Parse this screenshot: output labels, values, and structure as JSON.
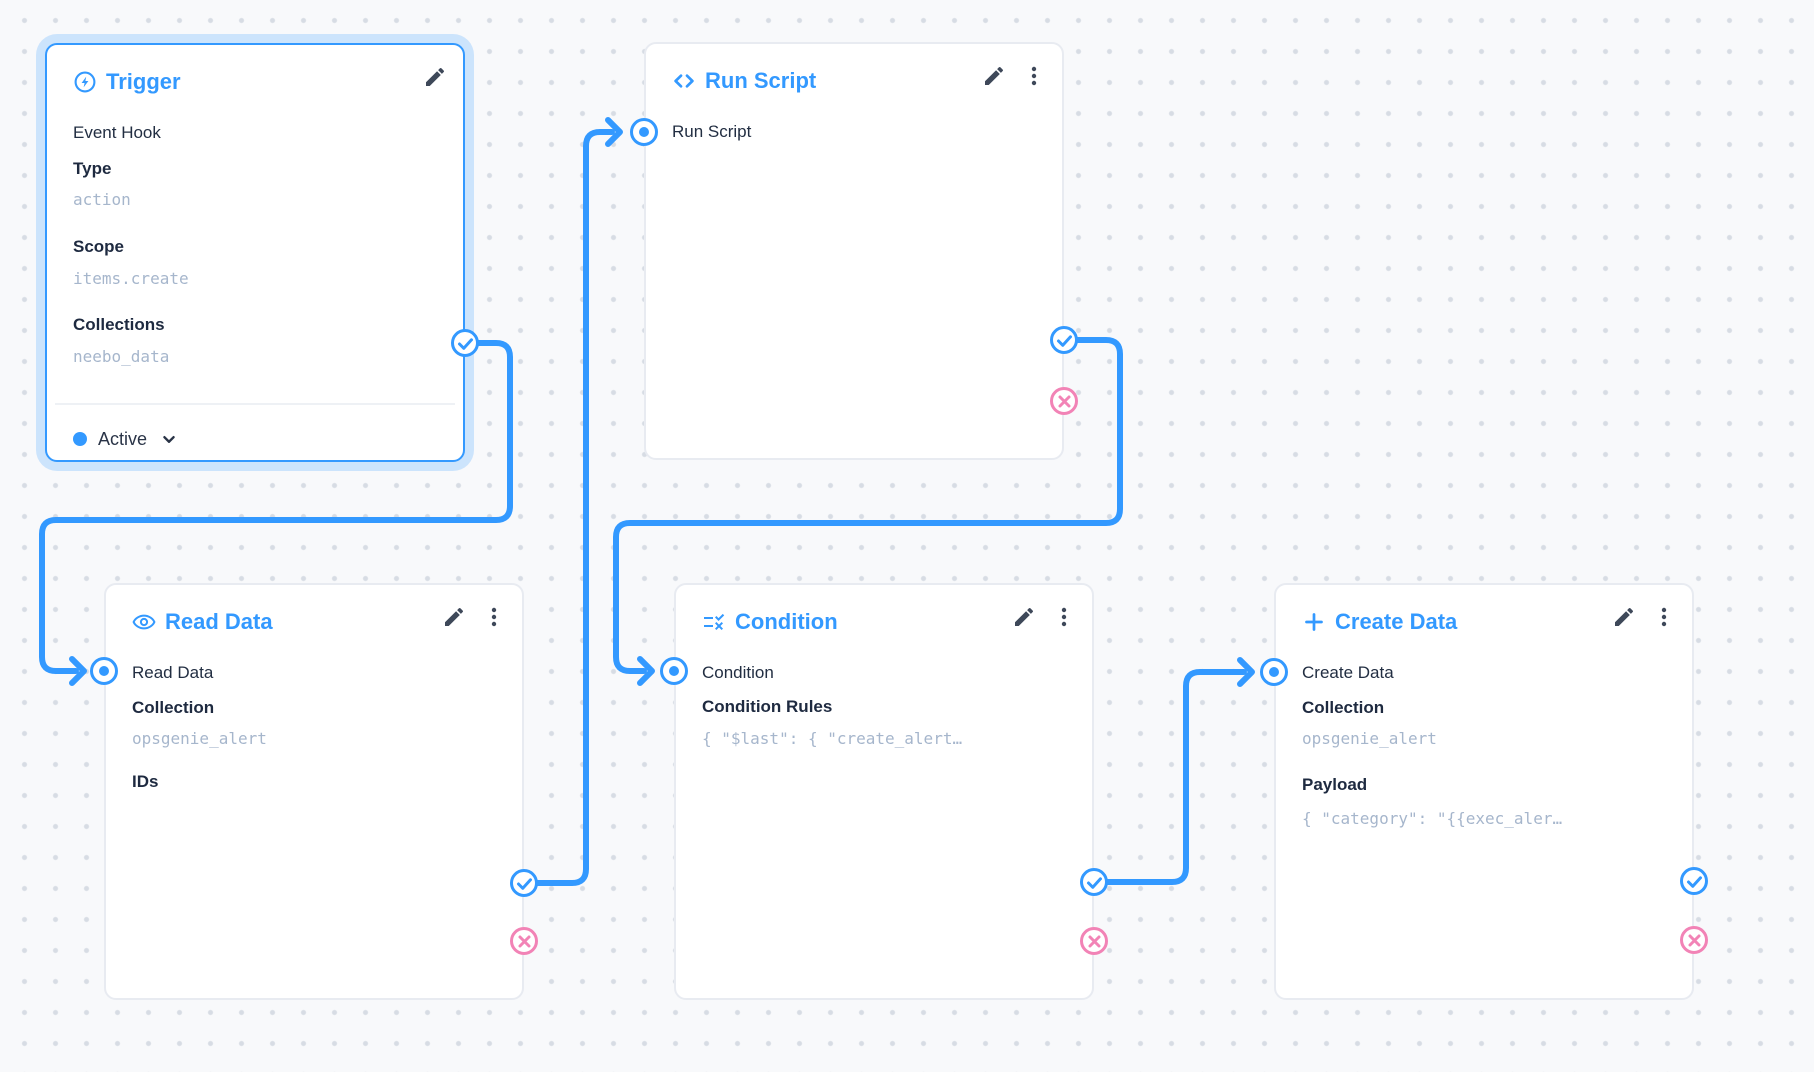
{
  "app": "flow-editor-canvas",
  "colors": {
    "accent_blue": "#3399ff",
    "reject_pink": "#f283b6",
    "text_dark": "#222e42",
    "text_subdued_mono": "#a6b6cc",
    "card_border": "#e8ebf1",
    "canvas_bg": "#f8f9fb",
    "grid_dot": "#d7dce4"
  },
  "icons": {
    "trigger": "bolt-circle-icon",
    "run_script": "code-brackets-icon",
    "read_data": "eye-icon",
    "condition": "rule-icon",
    "create_data": "plus-icon",
    "edit": "pencil-icon",
    "menu": "kebab-menu-icon",
    "input_port": "dot-circle-icon",
    "resolve_port": "check-circle-icon",
    "reject_port": "x-circle-icon",
    "status_chevron": "chevron-down-icon"
  },
  "nodes": {
    "trigger": {
      "title": "Trigger",
      "subtitle": "Event Hook",
      "type_label": "Type",
      "type_value": "action",
      "scope_label": "Scope",
      "scope_value": "items.create",
      "collections_label": "Collections",
      "collections_value": "neebo_data",
      "status": "Active",
      "selected": true
    },
    "run_script": {
      "title": "Run Script",
      "input_label": "Run Script"
    },
    "read_data": {
      "title": "Read Data",
      "input_label": "Read Data",
      "collection_label": "Collection",
      "collection_value": "opsgenie_alert",
      "ids_label": "IDs"
    },
    "condition": {
      "title": "Condition",
      "input_label": "Condition",
      "rules_label": "Condition Rules",
      "rules_value": "{ \"$last\": { \"create_alert…"
    },
    "create_data": {
      "title": "Create Data",
      "input_label": "Create Data",
      "collection_label": "Collection",
      "collection_value": "opsgenie_alert",
      "payload_label": "Payload",
      "payload_value": "{ \"category\": \"{{exec_aler…"
    }
  }
}
